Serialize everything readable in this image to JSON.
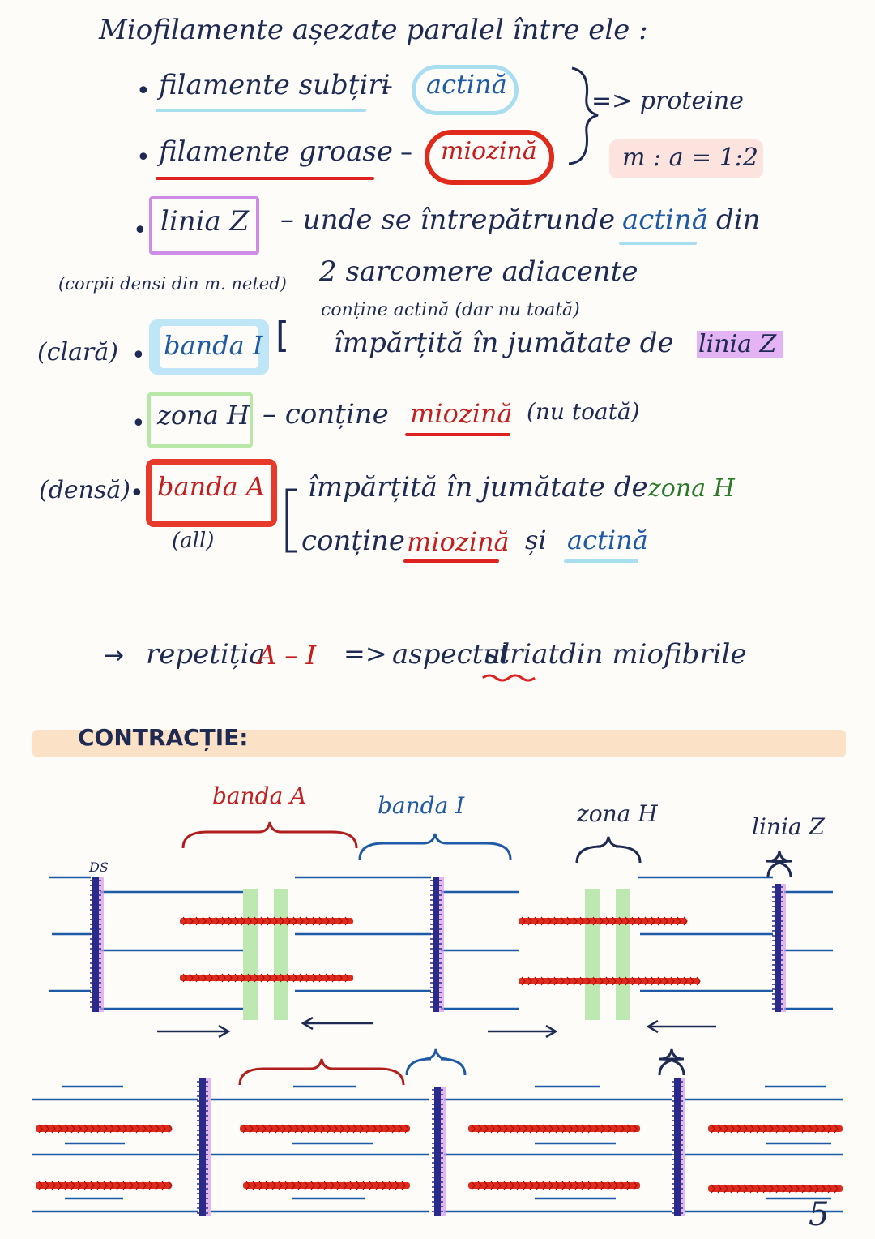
{
  "notes": {
    "heading": "Miofilamente așezate paralel între ele :",
    "thin": {
      "label": "filamente subțiri",
      "dash": "–",
      "value": "actină"
    },
    "thick": {
      "label": "filamente groase",
      "dash": "–",
      "value": "miozină"
    },
    "proteins": "=> proteine",
    "ratio": "m : a = 1:2",
    "lineZ": {
      "label": "linia Z",
      "text": "– unde se întrepătrunde",
      "actina": "actină",
      "din": "din",
      "note": "(corpii densi din m. neted)",
      "cont": "2 sarcomere adiacente"
    },
    "bandI": {
      "prefix": "(clară)",
      "label": "banda I",
      "above": "conține actină (dar nu toată)",
      "text": "împărțită în jumătate de",
      "ref": "linia Z"
    },
    "zoneH": {
      "label": "zona H",
      "text": "– conține",
      "miozina": "miozină",
      "suffix": "(nu toată)"
    },
    "bandA": {
      "prefix": "(densă)",
      "label": "banda A",
      "sub": "(all)",
      "line1": "împărțită în jumătate de",
      "ref": "zona H",
      "line2": "conține",
      "miozina": "miozină",
      "si": "și",
      "actina": "actină"
    },
    "repeat": {
      "arrow": "→",
      "text": "repetiția",
      "ai": "A – I",
      "implies": "=>",
      "result": "aspectul",
      "striat": "striat",
      "end": "din miofibrile"
    }
  },
  "section": {
    "title": "CONTRACȚIE:"
  },
  "diagram": {
    "labels": {
      "bandA": "banda A",
      "bandI": "banda I",
      "zoneH": "zona H",
      "lineZ": "linia Z",
      "ds": "DS"
    },
    "colors": {
      "actin": "#1f5aa6",
      "myosin": "#e02a1c",
      "zline": "#2a2a8a",
      "zglow": "#d79ae8",
      "hzone": "#a8e29a",
      "brace_red": "#b01e1e",
      "brace_blue": "#1f5aa6"
    }
  },
  "page_number": "5"
}
